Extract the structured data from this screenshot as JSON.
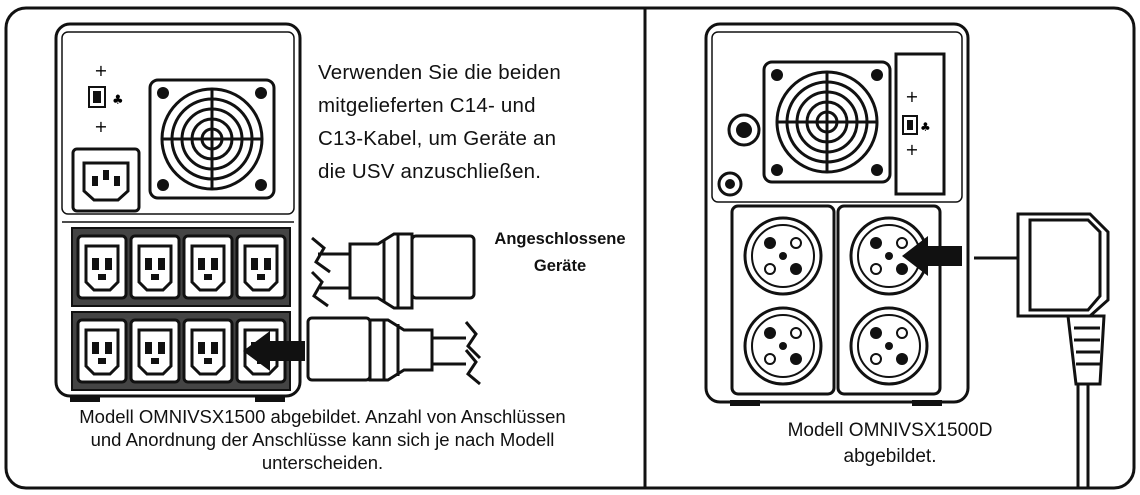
{
  "instruction_text": "Verwenden Sie die beiden\nmitgelieferten C14- und\nC13-Kabel, um Geräte an\ndie USV anzuschließen.",
  "connected_label": "Angeschlossene\nGeräte",
  "caption_left": "Modell OMNIVSX1500 abgebildet. Anzahl von Anschlüssen\nund Anordnung der Anschlüsse kann sich je nach Modell\nunterscheiden.",
  "caption_right": "Modell OMNIVSX1500D\nabgebildet.",
  "icons": {
    "usb_port": "usb-port-icon",
    "fan": "cooling-fan-icon",
    "power_inlet": "iec-power-inlet-icon",
    "c13_outlet": "c13-outlet-icon",
    "schuko_outlet": "schuko-outlet-icon",
    "arrow": "insert-arrow-icon",
    "c14_plug": "c14-plug-icon",
    "schuko_plug": "schuko-plug-icon",
    "circuit_breaker": "circuit-breaker-icon"
  }
}
